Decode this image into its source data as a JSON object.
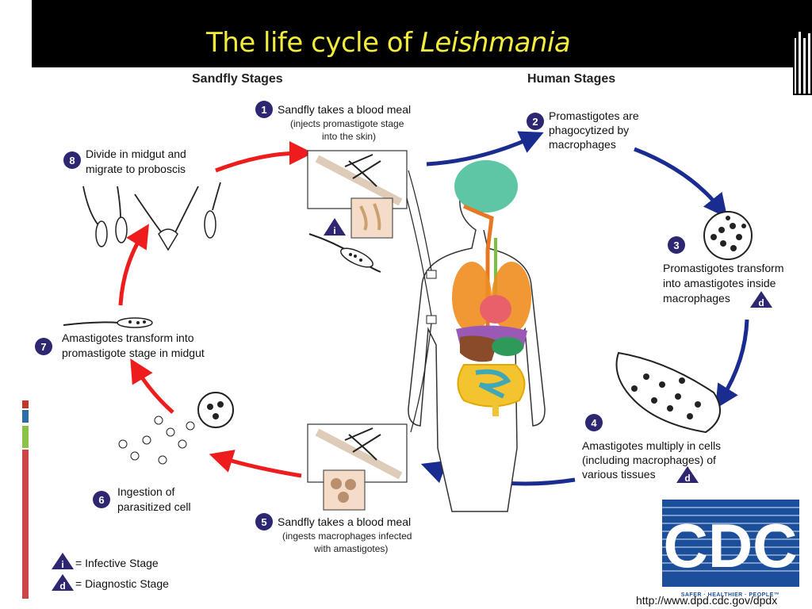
{
  "title": {
    "prefix": "The life cycle of ",
    "italic": "Leishmania"
  },
  "headers": {
    "left": "Sandfly Stages",
    "right": "Human Stages"
  },
  "steps": [
    {
      "num": "1",
      "lines": [
        "Sandfly takes a blood meal"
      ],
      "sub": [
        "(injects promastigote stage",
        "into the skin)"
      ]
    },
    {
      "num": "2",
      "lines": [
        "Promastigotes are",
        "phagocytized by",
        "macrophages"
      ]
    },
    {
      "num": "3",
      "lines": [
        "Promastigotes transform",
        "into amastigotes inside",
        "macrophages"
      ]
    },
    {
      "num": "4",
      "lines": [
        "Amastigotes multiply in cells",
        "(including macrophages) of",
        "various tissues"
      ]
    },
    {
      "num": "5",
      "lines": [
        "Sandfly takes a blood meal"
      ],
      "sub": [
        "(ingests macrophages infected",
        "with amastigotes)"
      ]
    },
    {
      "num": "6",
      "lines": [
        "Ingestion of",
        "parasitized cell"
      ]
    },
    {
      "num": "7",
      "lines": [
        "Amastigotes transform into",
        "promastigote stage in midgut"
      ]
    },
    {
      "num": "8",
      "lines": [
        "Divide in midgut and",
        "migrate to proboscis"
      ]
    }
  ],
  "legend": {
    "infective": {
      "symbol": "i",
      "label": "= Infective Stage"
    },
    "diagnostic": {
      "symbol": "d",
      "label": "= Diagnostic Stage"
    }
  },
  "logo": {
    "letters": "CDC",
    "tagline": "SAFER · HEALTHIER · PEOPLE™"
  },
  "url": "http://www.dpd.cdc.gov/dpdx",
  "colors": {
    "red_arrow": "#ee1c1c",
    "blue_arrow": "#1a2c8f",
    "badge": "#2d2670",
    "title": "#f2ec3c",
    "cdc_blue": "#1b4f9c"
  }
}
